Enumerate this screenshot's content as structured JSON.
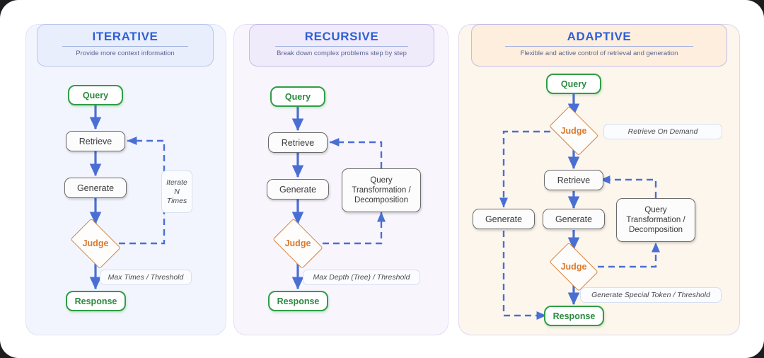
{
  "panels": [
    {
      "key": "iterative",
      "title": "ITERATIVE",
      "subtitle": "Provide more context information",
      "nodes": {
        "query": "Query",
        "retrieve": "Retrieve",
        "generate": "Generate",
        "judge": "Judge",
        "response": "Response"
      },
      "labels": {
        "loop": "Iterate\nN\nTimes",
        "loop_line1": "Iterate",
        "loop_line2": "N",
        "loop_line3": "Times",
        "exit": "Max Times / Threshold"
      }
    },
    {
      "key": "recursive",
      "title": "RECURSIVE",
      "subtitle": "Break down complex problems step by step",
      "nodes": {
        "query": "Query",
        "retrieve": "Retrieve",
        "generate": "Generate",
        "judge": "Judge",
        "response": "Response",
        "transform_line1": "Query",
        "transform_line2": "Transformation /",
        "transform_line3": "Decomposition"
      },
      "labels": {
        "exit": "Max Depth (Tree) / Threshold"
      }
    },
    {
      "key": "adaptive",
      "title": "ADAPTIVE",
      "subtitle": "Flexible and  active control of retrieval and generation",
      "nodes": {
        "query": "Query",
        "judge_top": "Judge",
        "retrieve": "Retrieve",
        "generate_left": "Generate",
        "generate_mid": "Generate",
        "judge_bottom": "Judge",
        "response": "Response",
        "transform_line1": "Query",
        "transform_line2": "Transformation /",
        "transform_line3": "Decomposition"
      },
      "labels": {
        "on_demand": "Retrieve On  Demand",
        "exit": "Generate Special Token / Threshold"
      }
    }
  ],
  "colors": {
    "title": "#2f5fd8",
    "terminal_green": "#2b8a3e",
    "judge_orange": "#d97a2e",
    "arrow_solid": "#4a6fd4",
    "arrow_dashed": "#4a6fd4",
    "node_border": "#6b6b6b",
    "panel_iterative_bg": "#f2f5fd",
    "panel_recursive_bg": "#f8f5fd",
    "panel_adaptive_bg": "#fdf6ec",
    "page_bg": "#ffffff"
  }
}
